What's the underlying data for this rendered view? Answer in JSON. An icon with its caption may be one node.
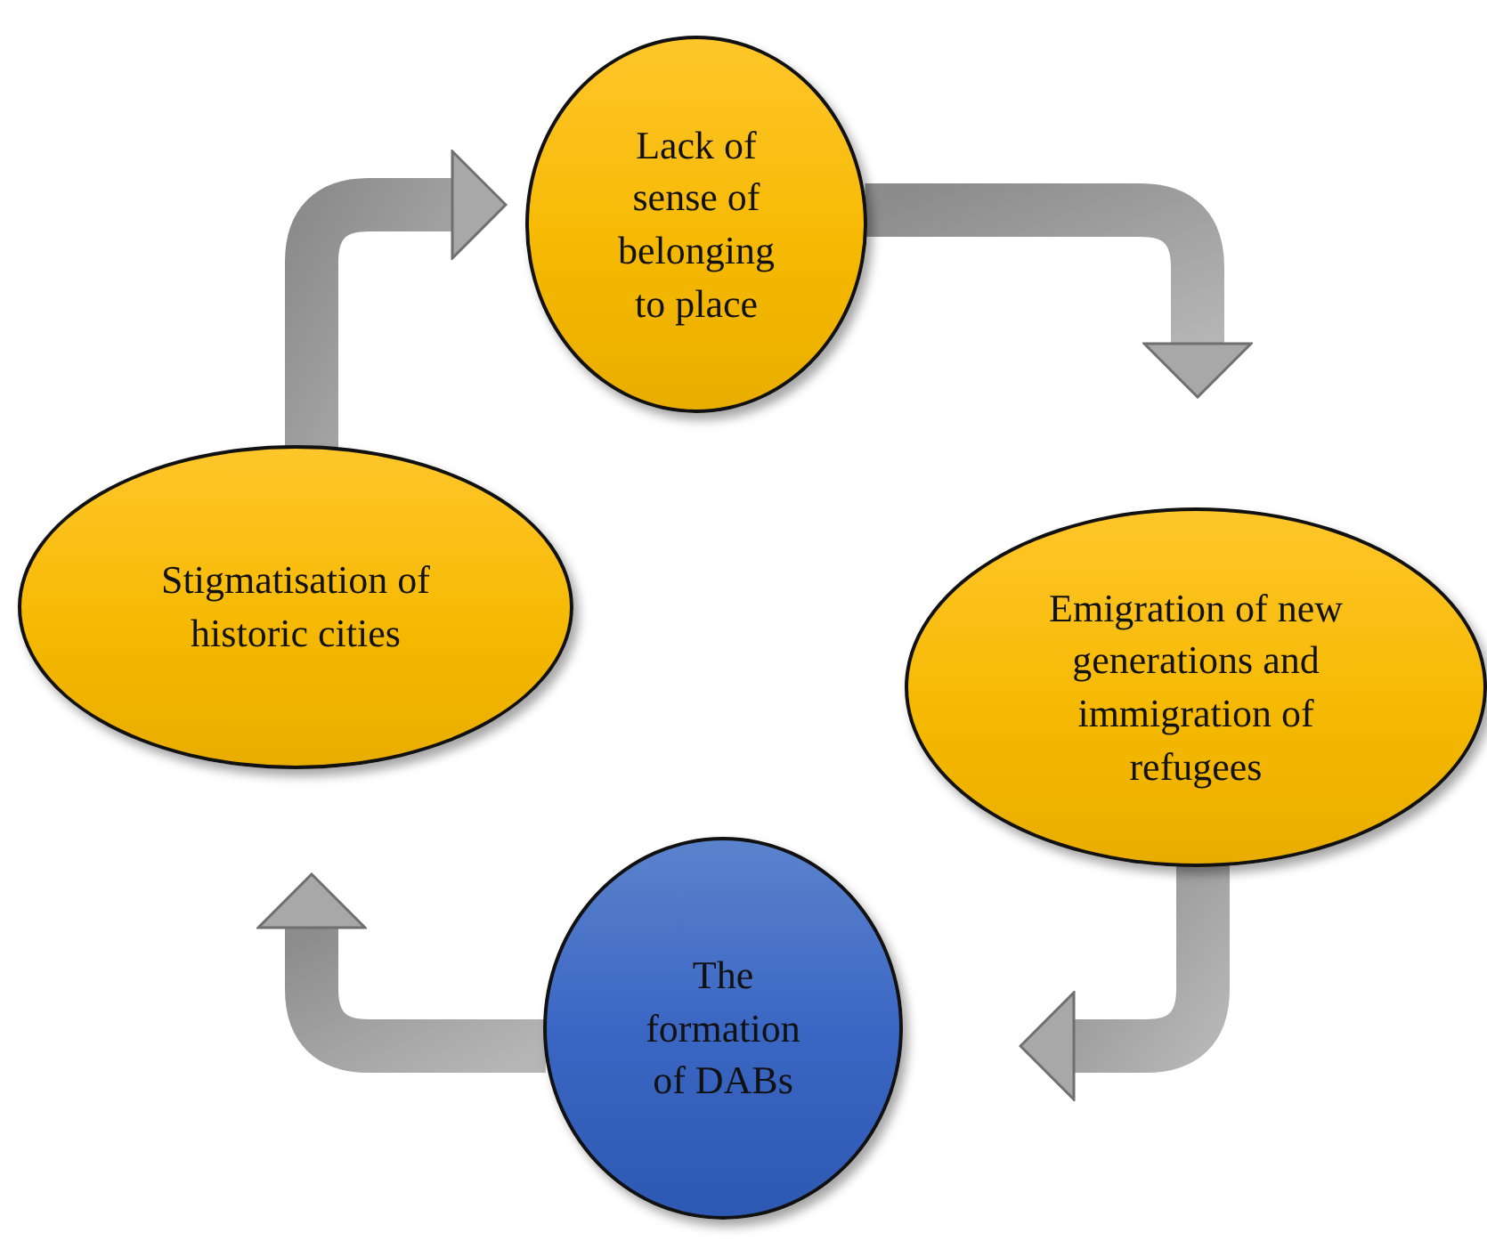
{
  "diagram": {
    "nodes": [
      {
        "text": [
          "Lack of sense of belonging to place"
        ]
      },
      {
        "text": [
          "Emigration of new generations and immigration of refugees"
        ]
      },
      {
        "text": [
          "The formation of DABs"
        ]
      },
      {
        "text": [
          "Stigmatisation of historic cities"
        ]
      }
    ],
    "edges": [
      {
        "from": 0,
        "to": 1,
        "arrow": "to"
      },
      {
        "from": 1,
        "to": 2,
        "arrow": "to"
      },
      {
        "from": 2,
        "to": 3,
        "arrow": "to"
      },
      {
        "from": 3,
        "to": 0,
        "arrow": "to"
      }
    ]
  }
}
